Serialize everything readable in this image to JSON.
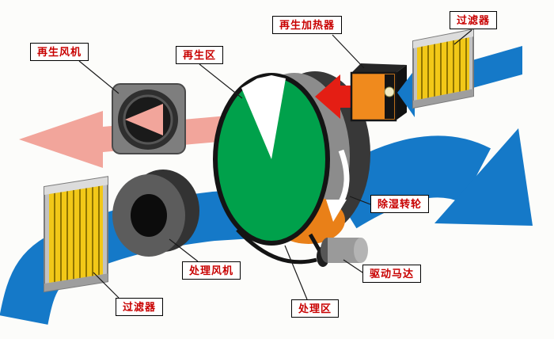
{
  "diagram": {
    "labels": {
      "regen_fan": "再生风机",
      "regen_zone": "再生区",
      "regen_heater": "再生加热器",
      "filter_top": "过滤器",
      "dehumidifier_wheel": "除湿转轮",
      "drive_motor": "驱动马达",
      "process_fan": "处理风机",
      "process_zone": "处理区",
      "filter_bottom": "过滤器"
    },
    "colors": {
      "process_air": "#1579c8",
      "hot_air": "#e41e14",
      "regen_exhaust": "#f2a59b",
      "wheel_face": "#00a14b",
      "wheel_rim_dark": "#383838",
      "wheel_rim_mid": "#8c8c8c",
      "heater": "#f08a1d",
      "heated_zone": "#e98018",
      "filter_media": "#f2c818",
      "label_text": "#c80000"
    }
  }
}
